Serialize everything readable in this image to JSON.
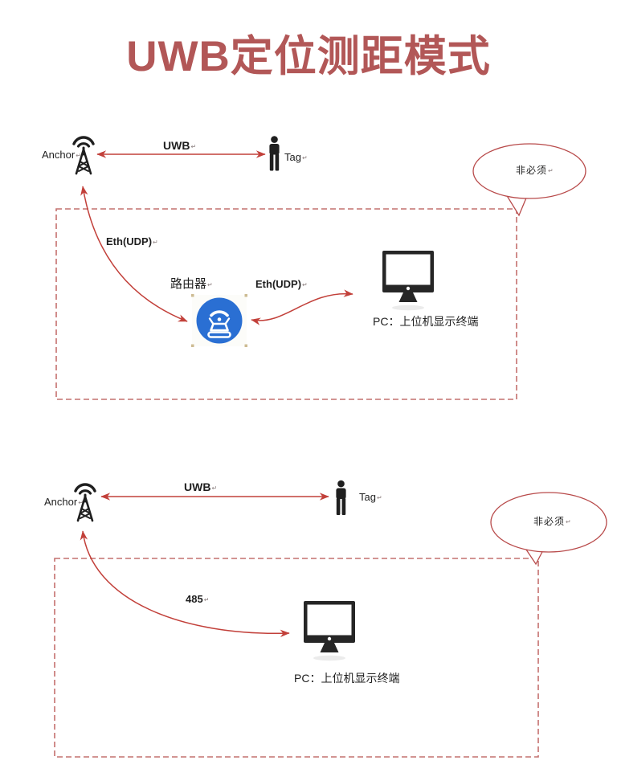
{
  "title": "UWB定位测距模式",
  "marks": {
    "return": "↵"
  },
  "colors": {
    "title_red": "#b25757",
    "connector_red": "#c2403a",
    "dashed_red": "#c4706e",
    "bubble_stroke": "#b84a4a",
    "icon_black": "#1f1f1f",
    "router_blue": "#2a6fd3"
  },
  "diagram1": {
    "anchor_label": "Anchor",
    "uwb_label": "UWB",
    "tag_label": "Tag",
    "eth_udp_left_label": "Eth(UDP)",
    "router_label": "路由器",
    "eth_udp_right_label": "Eth(UDP)",
    "pc_label": "PC：上位机显示终端",
    "bubble_label": "非必须"
  },
  "diagram2": {
    "anchor_label": "Anchor",
    "uwb_label": "UWB",
    "tag_label": "Tag",
    "bus_label": "485",
    "pc_label": "PC：上位机显示终端",
    "bubble_label": "非必须"
  }
}
